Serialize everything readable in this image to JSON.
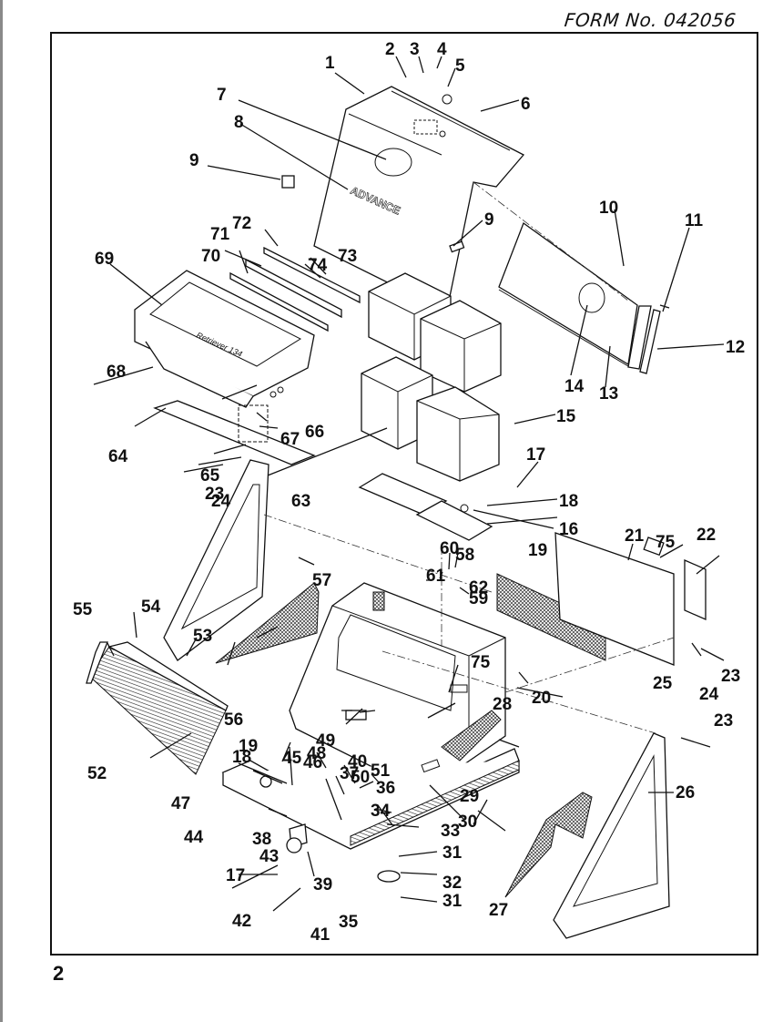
{
  "header": {
    "form_number": "FORM No. 042056"
  },
  "footer": {
    "page_number": "2"
  },
  "diagram": {
    "title": "Exploded parts view",
    "brand_decal": "ADVANCE",
    "model_decal": "Retriever 134",
    "callouts": [
      {
        "id": "1",
        "label": "1"
      },
      {
        "id": "2",
        "label": "2"
      },
      {
        "id": "3",
        "label": "3"
      },
      {
        "id": "4",
        "label": "4"
      },
      {
        "id": "5",
        "label": "5"
      },
      {
        "id": "6",
        "label": "6"
      },
      {
        "id": "7",
        "label": "7"
      },
      {
        "id": "8",
        "label": "8"
      },
      {
        "id": "9a",
        "label": "9"
      },
      {
        "id": "9b",
        "label": "9"
      },
      {
        "id": "10",
        "label": "10"
      },
      {
        "id": "11",
        "label": "11"
      },
      {
        "id": "12",
        "label": "12"
      },
      {
        "id": "13",
        "label": "13"
      },
      {
        "id": "14",
        "label": "14"
      },
      {
        "id": "15",
        "label": "15"
      },
      {
        "id": "16",
        "label": "16"
      },
      {
        "id": "17a",
        "label": "17"
      },
      {
        "id": "17b",
        "label": "17"
      },
      {
        "id": "18a",
        "label": "18"
      },
      {
        "id": "18b",
        "label": "18"
      },
      {
        "id": "19a",
        "label": "19"
      },
      {
        "id": "19b",
        "label": "19"
      },
      {
        "id": "20",
        "label": "20"
      },
      {
        "id": "21",
        "label": "21"
      },
      {
        "id": "22",
        "label": "22"
      },
      {
        "id": "23a",
        "label": "23"
      },
      {
        "id": "23b",
        "label": "23"
      },
      {
        "id": "23c",
        "label": "23"
      },
      {
        "id": "24a",
        "label": "24"
      },
      {
        "id": "24b",
        "label": "24"
      },
      {
        "id": "25",
        "label": "25"
      },
      {
        "id": "26",
        "label": "26"
      },
      {
        "id": "27",
        "label": "27"
      },
      {
        "id": "28",
        "label": "28"
      },
      {
        "id": "29",
        "label": "29"
      },
      {
        "id": "30",
        "label": "30"
      },
      {
        "id": "31a",
        "label": "31"
      },
      {
        "id": "31b",
        "label": "31"
      },
      {
        "id": "32",
        "label": "32"
      },
      {
        "id": "33",
        "label": "33"
      },
      {
        "id": "34",
        "label": "34"
      },
      {
        "id": "35",
        "label": "35"
      },
      {
        "id": "36",
        "label": "36"
      },
      {
        "id": "37",
        "label": "37"
      },
      {
        "id": "38",
        "label": "38"
      },
      {
        "id": "39",
        "label": "39"
      },
      {
        "id": "40",
        "label": "40"
      },
      {
        "id": "41",
        "label": "41"
      },
      {
        "id": "42",
        "label": "42"
      },
      {
        "id": "43",
        "label": "43"
      },
      {
        "id": "44",
        "label": "44"
      },
      {
        "id": "45",
        "label": "45"
      },
      {
        "id": "46",
        "label": "46"
      },
      {
        "id": "47",
        "label": "47"
      },
      {
        "id": "48",
        "label": "48"
      },
      {
        "id": "49",
        "label": "49"
      },
      {
        "id": "50",
        "label": "50"
      },
      {
        "id": "51",
        "label": "51"
      },
      {
        "id": "52",
        "label": "52"
      },
      {
        "id": "53",
        "label": "53"
      },
      {
        "id": "54",
        "label": "54"
      },
      {
        "id": "55",
        "label": "55"
      },
      {
        "id": "56",
        "label": "56"
      },
      {
        "id": "57",
        "label": "57"
      },
      {
        "id": "58",
        "label": "58"
      },
      {
        "id": "59",
        "label": "59"
      },
      {
        "id": "60",
        "label": "60"
      },
      {
        "id": "61",
        "label": "61"
      },
      {
        "id": "62",
        "label": "62"
      },
      {
        "id": "63",
        "label": "63"
      },
      {
        "id": "64",
        "label": "64"
      },
      {
        "id": "65",
        "label": "65"
      },
      {
        "id": "66",
        "label": "66"
      },
      {
        "id": "67",
        "label": "67"
      },
      {
        "id": "68",
        "label": "68"
      },
      {
        "id": "69",
        "label": "69"
      },
      {
        "id": "70",
        "label": "70"
      },
      {
        "id": "71",
        "label": "71"
      },
      {
        "id": "72",
        "label": "72"
      },
      {
        "id": "73",
        "label": "73"
      },
      {
        "id": "74",
        "label": "74"
      },
      {
        "id": "75a",
        "label": "75"
      },
      {
        "id": "75b",
        "label": "75"
      }
    ]
  }
}
